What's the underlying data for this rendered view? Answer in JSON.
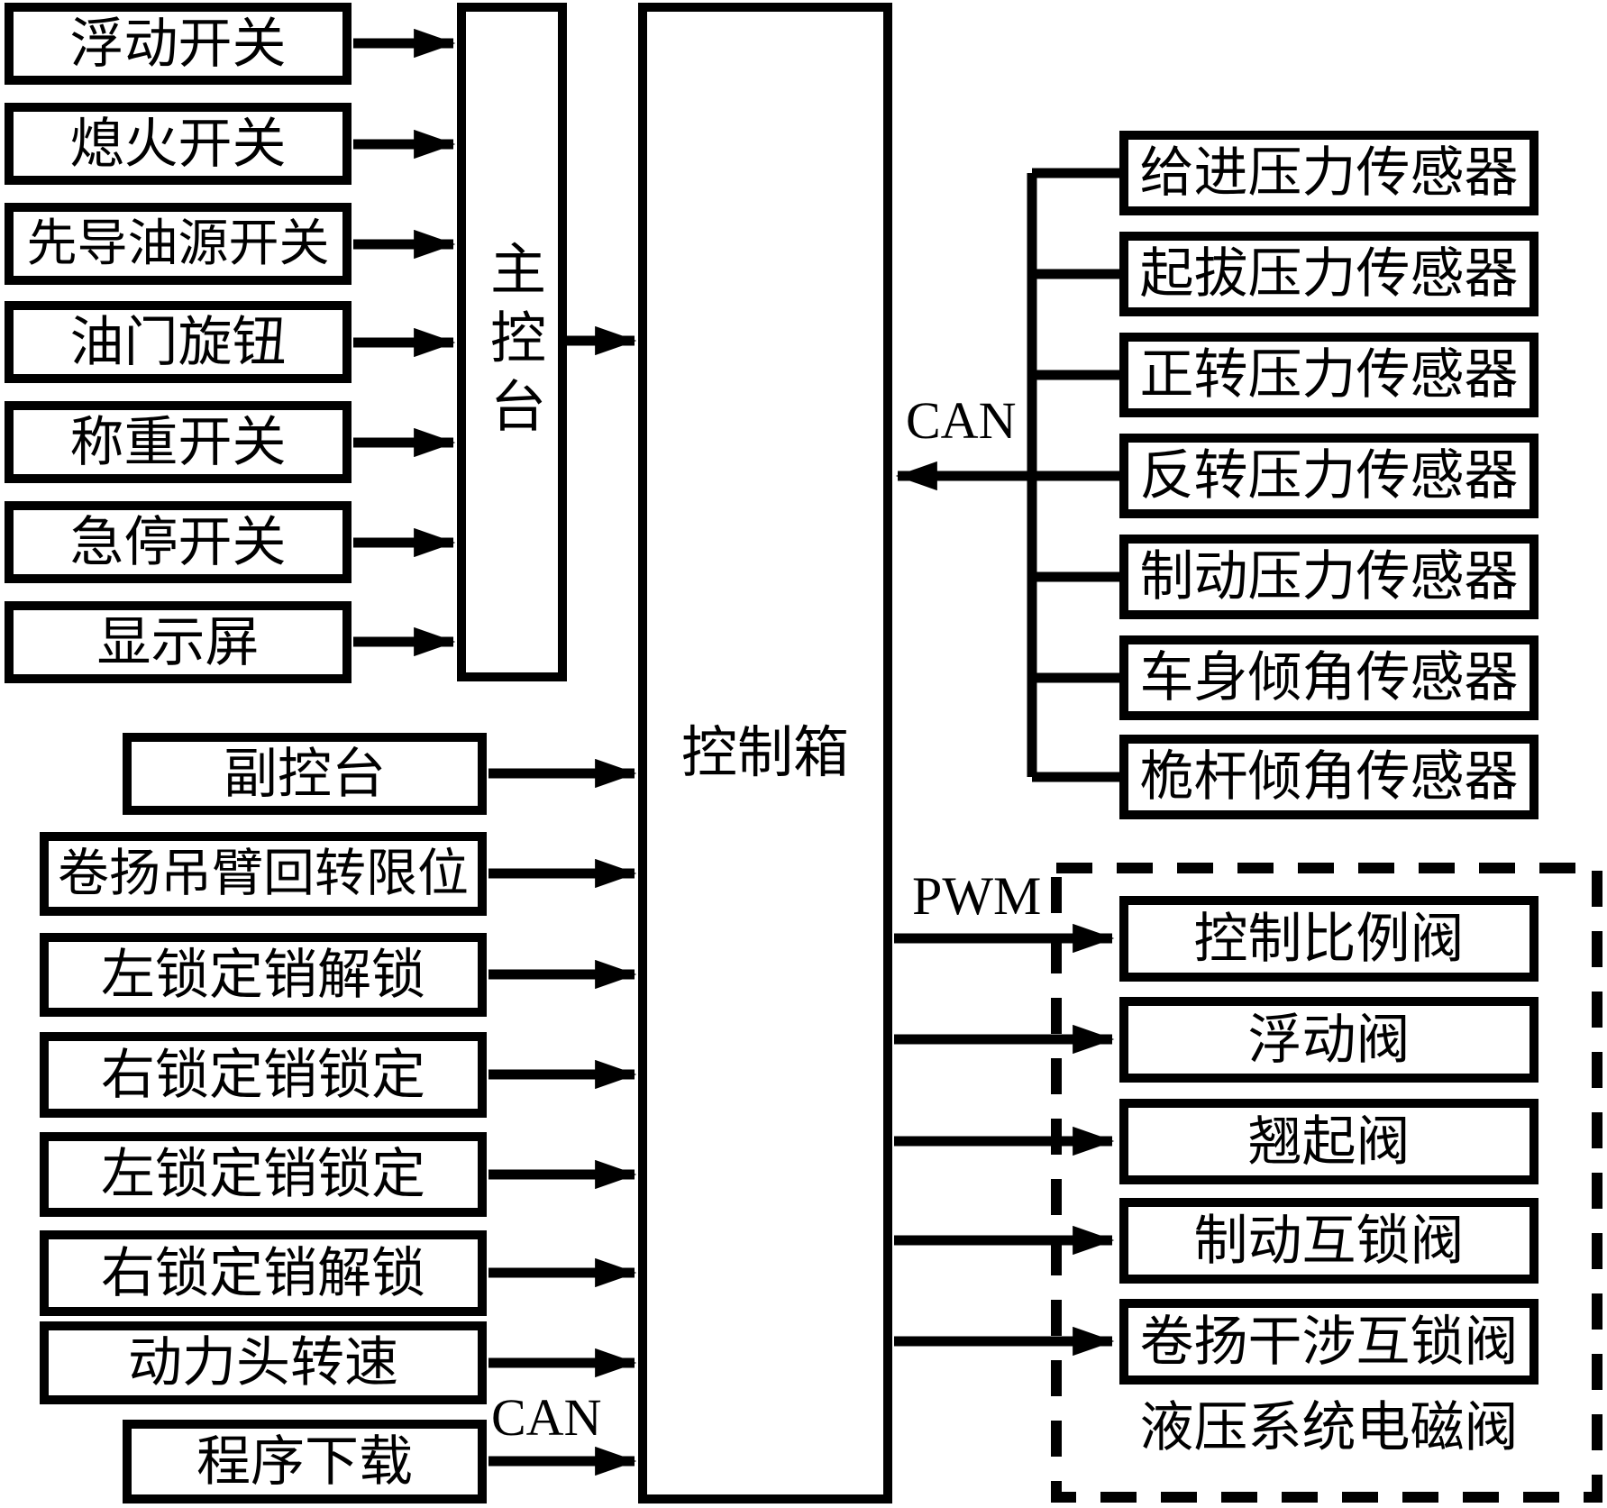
{
  "diagram": {
    "main_console_inputs": [
      {
        "label": "浮动开关"
      },
      {
        "label": "熄火开关"
      },
      {
        "label": "先导油源开关"
      },
      {
        "label": "油门旋钮"
      },
      {
        "label": "称重开关"
      },
      {
        "label": "急停开关"
      },
      {
        "label": "显示屏"
      }
    ],
    "main_console": {
      "label": "主控台"
    },
    "control_box": {
      "label": "控制箱"
    },
    "direct_inputs": [
      {
        "label": "副控台"
      },
      {
        "label": "卷扬吊臂回转限位"
      },
      {
        "label": "左锁定销解锁"
      },
      {
        "label": "右锁定销锁定"
      },
      {
        "label": "左锁定销锁定"
      },
      {
        "label": "右锁定销解锁"
      },
      {
        "label": "动力头转速"
      },
      {
        "label": "程序下载"
      }
    ],
    "sensors": [
      {
        "label": "给进压力传感器"
      },
      {
        "label": "起拔压力传感器"
      },
      {
        "label": "正转压力传感器"
      },
      {
        "label": "反转压力传感器"
      },
      {
        "label": "制动压力传感器"
      },
      {
        "label": "车身倾角传感器"
      },
      {
        "label": "桅杆倾角传感器"
      }
    ],
    "valves": [
      {
        "label": "控制比例阀"
      },
      {
        "label": "浮动阀"
      },
      {
        "label": "翘起阀"
      },
      {
        "label": "制动互锁阀"
      },
      {
        "label": "卷扬干涉互锁阀"
      }
    ],
    "valve_group_label": "液压系统电磁阀",
    "bus_labels": {
      "sensor_can": "CAN",
      "program_can": "CAN",
      "valve_pwm": "PWM"
    },
    "colors": {
      "line": "#000000",
      "background": "#ffffff"
    }
  }
}
